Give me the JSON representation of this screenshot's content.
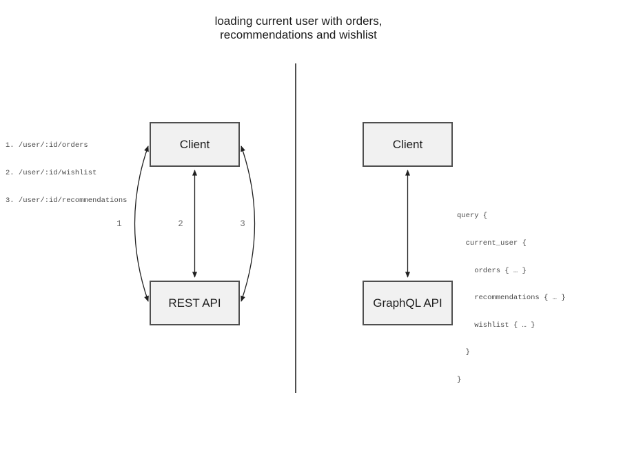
{
  "title": {
    "line1": "loading current user with orders,",
    "line2": "recommendations and wishlist"
  },
  "rest_side": {
    "endpoints": [
      "1. /user/:id/orders",
      "2. /user/:id/wishlist",
      "3. /user/:id/recommendations"
    ],
    "client_label": "Client",
    "api_label": "REST API",
    "arrow_labels": [
      "1",
      "2",
      "3"
    ]
  },
  "graphql_side": {
    "client_label": "Client",
    "api_label": "GraphQL API",
    "query_lines": [
      "query {",
      "  current_user {",
      "    orders { … }",
      "    recommendations { … }",
      "    wishlist { … }",
      "  }",
      "}"
    ]
  },
  "colors": {
    "box_fill": "#f1f1f1",
    "box_border": "#4f4f4f",
    "arrow": "#1f1f1f",
    "divider": "#4f4f4f",
    "annotation_text": "#4a4a4a",
    "arrow_label_text": "#6e6e6e",
    "title_text": "#1b1b1b"
  }
}
